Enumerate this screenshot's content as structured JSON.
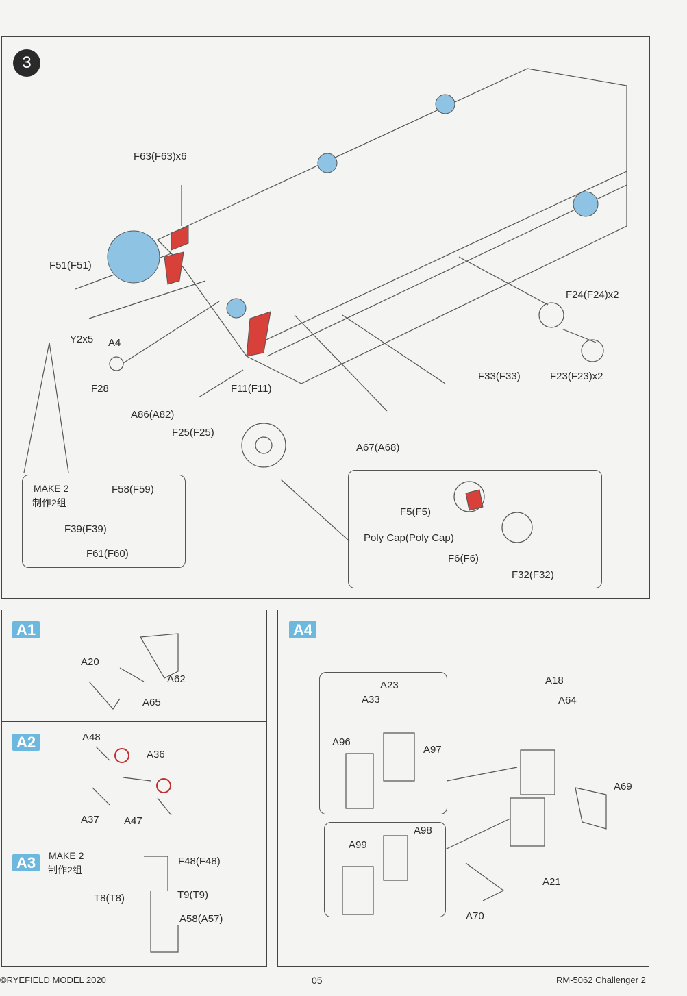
{
  "step3": {
    "number": "3",
    "labels": {
      "f63": "F63(F63)x6",
      "f51": "F51(F51)",
      "y2": "Y2x5",
      "a4": "A4",
      "f28": "F28",
      "a86": "A86(A82)",
      "f25": "F25(F25)",
      "f11": "F11(F11)",
      "a67": "A67(A68)",
      "f33": "F33(F33)",
      "f23": "F23(F23)x2",
      "f24": "F24(F24)x2"
    },
    "make2_box": {
      "make": "MAKE 2",
      "make_cn": "制作2组",
      "f58": "F58(F59)",
      "f39": "F39(F39)",
      "f61": "F61(F60)"
    },
    "wheel_box": {
      "f5": "F5(F5)",
      "polycap": "Poly Cap(Poly Cap)",
      "f6": "F6(F6)",
      "f32": "F32(F32)"
    }
  },
  "a1": {
    "badge": "A1",
    "a20": "A20",
    "a62": "A62",
    "a65": "A65"
  },
  "a2": {
    "badge": "A2",
    "a48": "A48",
    "a36": "A36",
    "a37": "A37",
    "a47": "A47"
  },
  "a3": {
    "badge": "A3",
    "make": "MAKE 2",
    "make_cn": "制作2组",
    "f48": "F48(F48)",
    "t8": "T8(T8)",
    "t9": "T9(T9)",
    "a58": "A58(A57)"
  },
  "a4": {
    "badge": "A4",
    "a23": "A23",
    "a33": "A33",
    "a96": "A96",
    "a97": "A97",
    "a18": "A18",
    "a64": "A64",
    "a69": "A69",
    "a98": "A98",
    "a99": "A99",
    "a21": "A21",
    "a70": "A70"
  },
  "footer": {
    "copyright": "©RYEFIELD MODEL 2020",
    "page": "05",
    "product": "RM-5062 Challenger 2"
  },
  "colors": {
    "badge": "#6cb8df",
    "wheel_blue": "#8fc3e3",
    "glue_red": "#d8403a"
  }
}
